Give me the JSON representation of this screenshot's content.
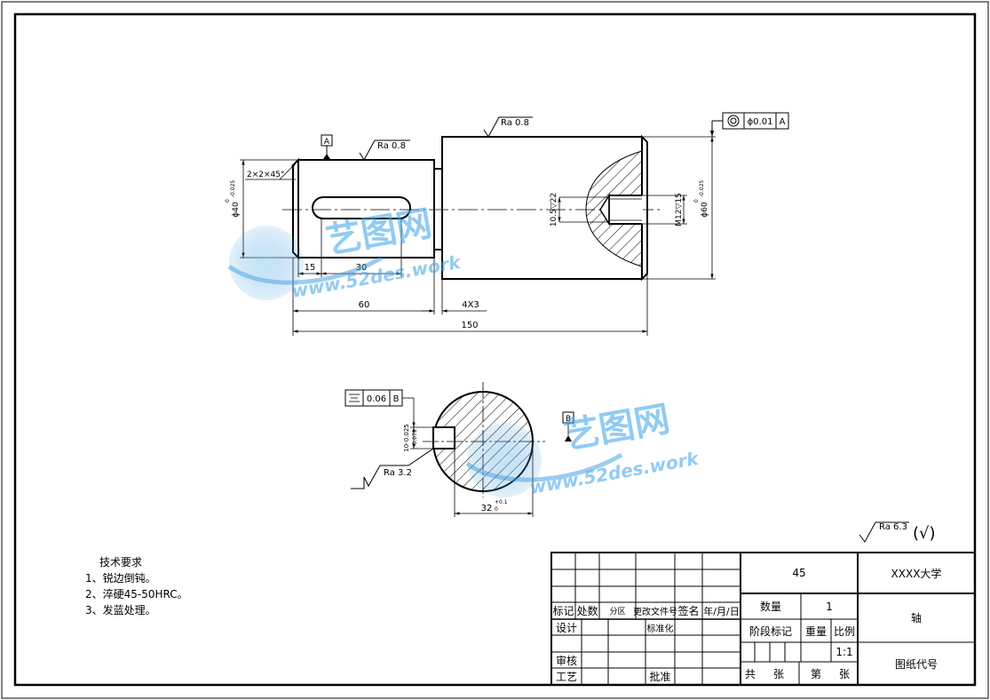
{
  "dimensions": {
    "chamfer": "2×2×45°",
    "dia40": "ϕ40",
    "dia40_tol": "-0.025",
    "dia40_zero": "0",
    "dia60": "ϕ60",
    "dia60_tol": "-0.025",
    "dia60_zero": "0",
    "slot_start": "15",
    "slot_len": "30",
    "len_small": "60",
    "groove": "4X3",
    "total": "150",
    "center_hole": "10.5▽22",
    "thread": "M12▽15",
    "key_width_dim": "10-0.025",
    "key_width_tol": "-0.075",
    "key_depth": "32",
    "key_depth_tol_up": "+0.1",
    "key_depth_tol_low": "0"
  },
  "roughness": {
    "small_shaft": "Ra 0.8",
    "large_shaft": "Ra 0.8",
    "keyway": "Ra 3.2",
    "general": "Ra 6.3",
    "general_suffix": "(√)"
  },
  "datums": {
    "a_label": "A",
    "b_label": "B"
  },
  "tolerances": {
    "coaxiality_value": "ϕ0.01",
    "coaxiality_ref": "A",
    "symmetry_value": "0.06",
    "symmetry_ref": "B"
  },
  "watermark": {
    "brand": "艺图网",
    "url": "www.52des.work"
  },
  "tech_requirements": {
    "title": "技术要求",
    "items": [
      "1、锐边倒钝。",
      "2、淬硬45-50HRC。",
      "3、发蓝处理。"
    ]
  },
  "title_block": {
    "material": "45",
    "school": "XXXX大学",
    "part_name": "轴",
    "drawing_no": "图纸代号",
    "qty_label": "数量",
    "qty_value": "1",
    "stage_label": "阶段标记",
    "weight_label": "重量",
    "scale_label": "比例",
    "scale_value": "1:1",
    "sheets_total": "共",
    "sheets_unit1": "张",
    "sheet_no": "第",
    "sheets_unit2": "张",
    "hdr_mark": "标记",
    "hdr_count": "处数",
    "hdr_zone": "分区",
    "hdr_doc": "更改文件号",
    "hdr_sign": "签名",
    "hdr_date": "年/月/日",
    "design": "设计",
    "standard": "标准化",
    "review": "审核",
    "process": "工艺",
    "approve": "批准"
  }
}
